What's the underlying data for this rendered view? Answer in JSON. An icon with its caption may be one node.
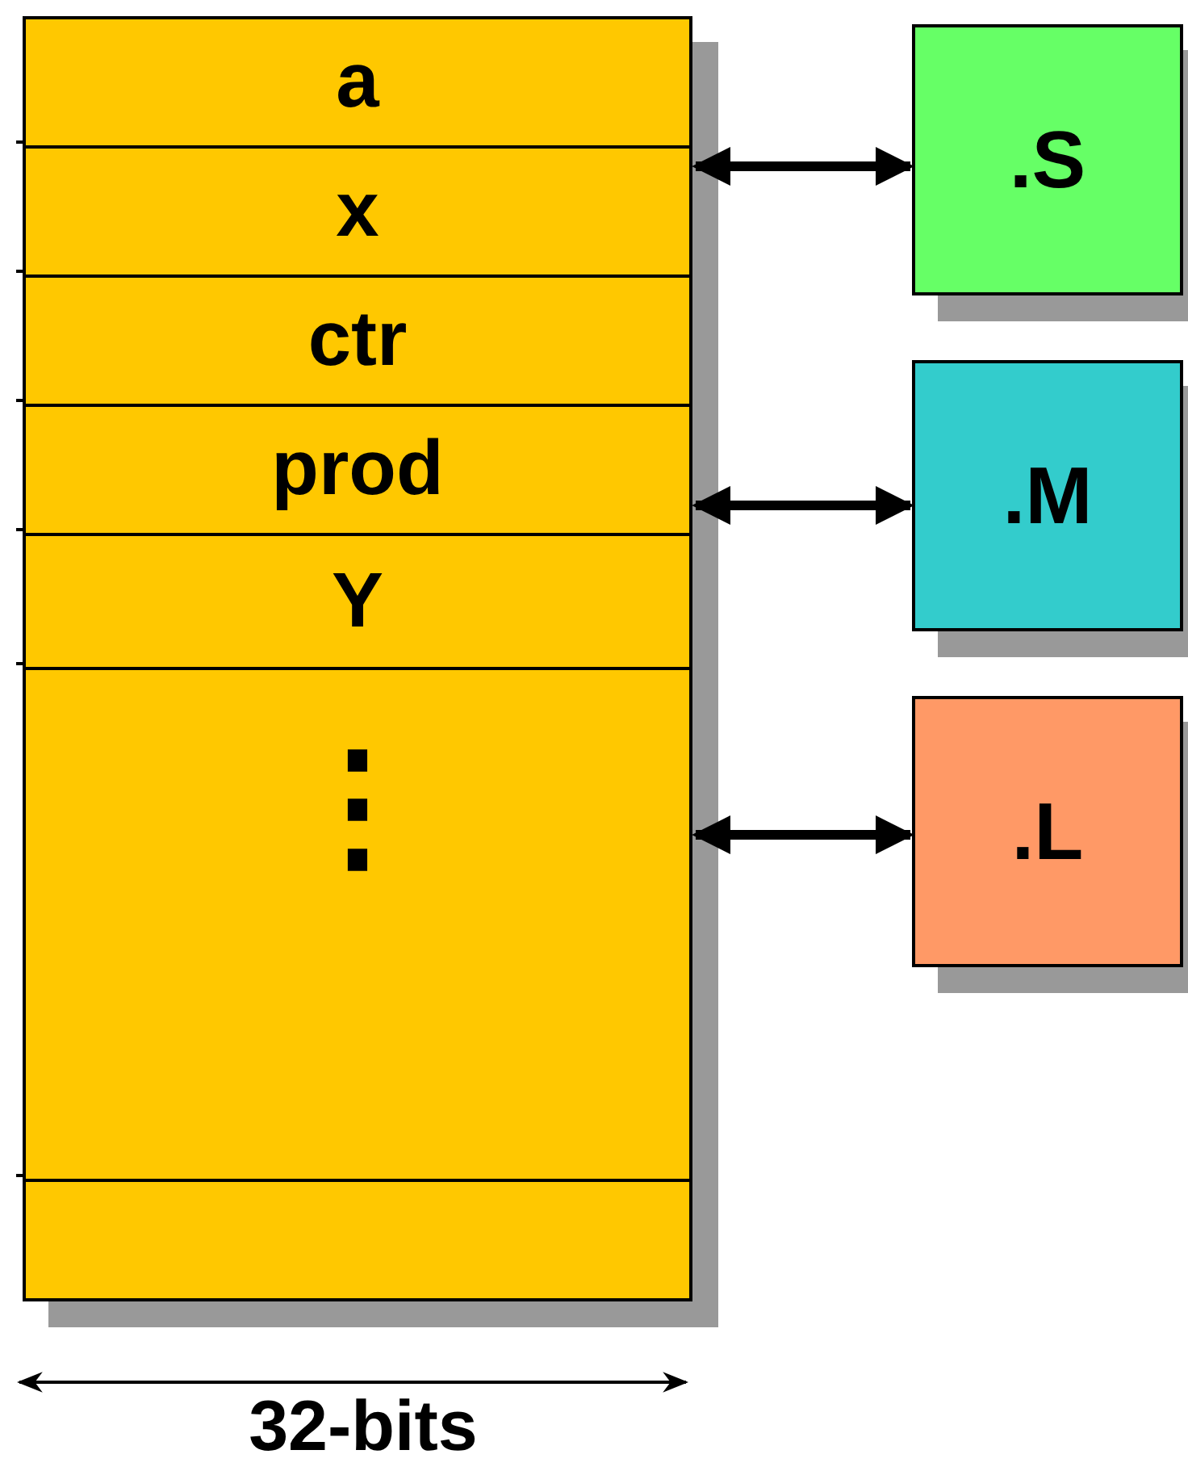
{
  "diagram": {
    "nodes": [
      {
        "text": [],
        "shape": "box"
      },
      {
        "text": [
          "a"
        ],
        "in": 0
      },
      {
        "text": [
          "x"
        ],
        "in": 0
      },
      {
        "text": [
          "ctr"
        ],
        "in": 0
      },
      {
        "text": [
          "prod"
        ],
        "in": 0
      },
      {
        "text": [
          "Y"
        ],
        "in": 0
      },
      {
        "text": [
          "⋮"
        ],
        "in": 0
      },
      {
        "text": [],
        "shape": "box",
        "in": 0
      },
      {
        "text": [
          ".S"
        ]
      },
      {
        "text": [
          ".M"
        ]
      },
      {
        "text": [
          ".L"
        ]
      }
    ],
    "edges": [
      {
        "from": 0,
        "to": 8,
        "arrow": "both"
      },
      {
        "from": 0,
        "to": 9,
        "arrow": "both"
      },
      {
        "from": 0,
        "to": 10,
        "arrow": "both"
      }
    ],
    "labels": [
      "32-bits"
    ]
  }
}
